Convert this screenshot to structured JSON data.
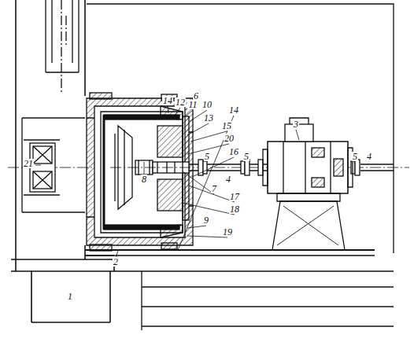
{
  "diagram": {
    "labels": [
      "6",
      "14",
      "12",
      "11",
      "10",
      "14",
      "13",
      "15",
      "3",
      "20",
      "16",
      "21",
      "5",
      "5",
      "4",
      "5",
      "4",
      "8",
      "7",
      "17",
      "18",
      "9",
      "19",
      "2",
      "1"
    ]
  }
}
